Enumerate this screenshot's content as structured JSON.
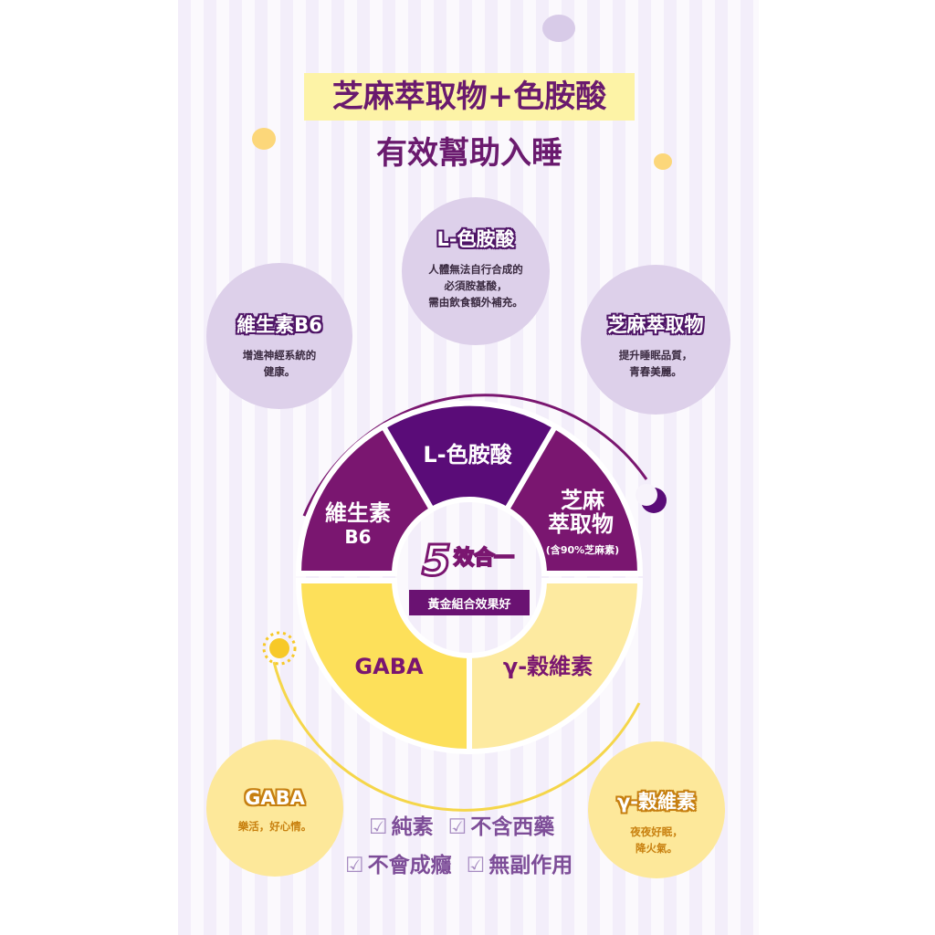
{
  "title": {
    "line1": "芝麻萃取物+色胺酸",
    "line2": "有效幫助入睡"
  },
  "circles": [
    {
      "name": "L-色胺酸",
      "desc": [
        "人體無法自行合成的",
        "必須胺基酸，",
        "需由飲食額外補充。"
      ]
    },
    {
      "name": "維生素B6",
      "desc": [
        "增進神經系統的",
        "健康。"
      ]
    },
    {
      "name": "芝麻萃取物",
      "desc": [
        "提升睡眠品質，",
        "青春美麗。"
      ]
    },
    {
      "name": "GABA",
      "desc": [
        "樂活，好心情。"
      ]
    },
    {
      "name": "γ-穀維素",
      "desc": [
        "夜夜好眠，",
        "降火氣。"
      ]
    }
  ],
  "wheel": {
    "segments": {
      "tryptophan": "L-色胺酸",
      "b6_line1": "維生素",
      "b6_line2": "B6",
      "sesame_line1": "芝麻",
      "sesame_line2": "萃取物",
      "sesame_note": "(含90%芝麻素)",
      "gaba": "GABA",
      "oryzanol": "γ-穀維素"
    },
    "center": {
      "number": "5",
      "text": "效合一",
      "tag": "黃金組合效果好"
    }
  },
  "features": {
    "row1": [
      "純素",
      "不含西藥"
    ],
    "row2": [
      "不會成癮",
      "無副作用"
    ],
    "check": "☑"
  },
  "colors": {
    "purple": "#7a1670",
    "dark_purple": "#5a0c78",
    "yellow": "#fde05a",
    "light_yellow": "#fdeaa0"
  }
}
